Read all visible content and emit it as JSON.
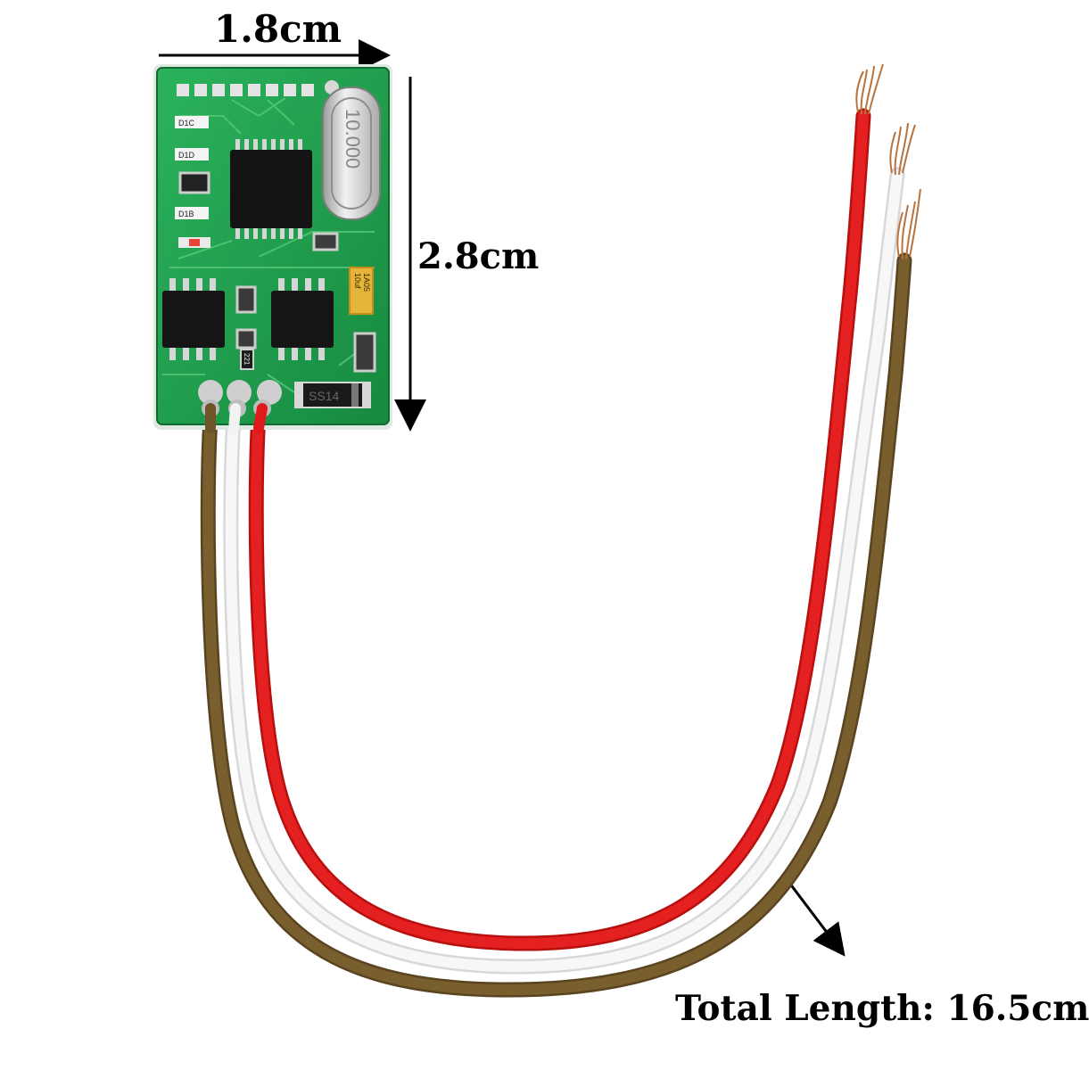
{
  "dimensions": {
    "width": "1.8cm",
    "height": "2.8cm",
    "total_length": "Total Length: 16.5cm"
  },
  "board_markings": {
    "crystal": "10.000",
    "capacitor_top": "10uf",
    "capacitor_bottom": "1A05",
    "labels": [
      "D1C",
      "D1D",
      "D1B"
    ],
    "resistor": "221",
    "diode": "SS14"
  },
  "colors": {
    "pcb": "#1f9a4d",
    "wire_red": "#e01a1a",
    "wire_white": "#f4f4f4",
    "wire_brown": "#6e5527",
    "copper": "#c8854d"
  }
}
